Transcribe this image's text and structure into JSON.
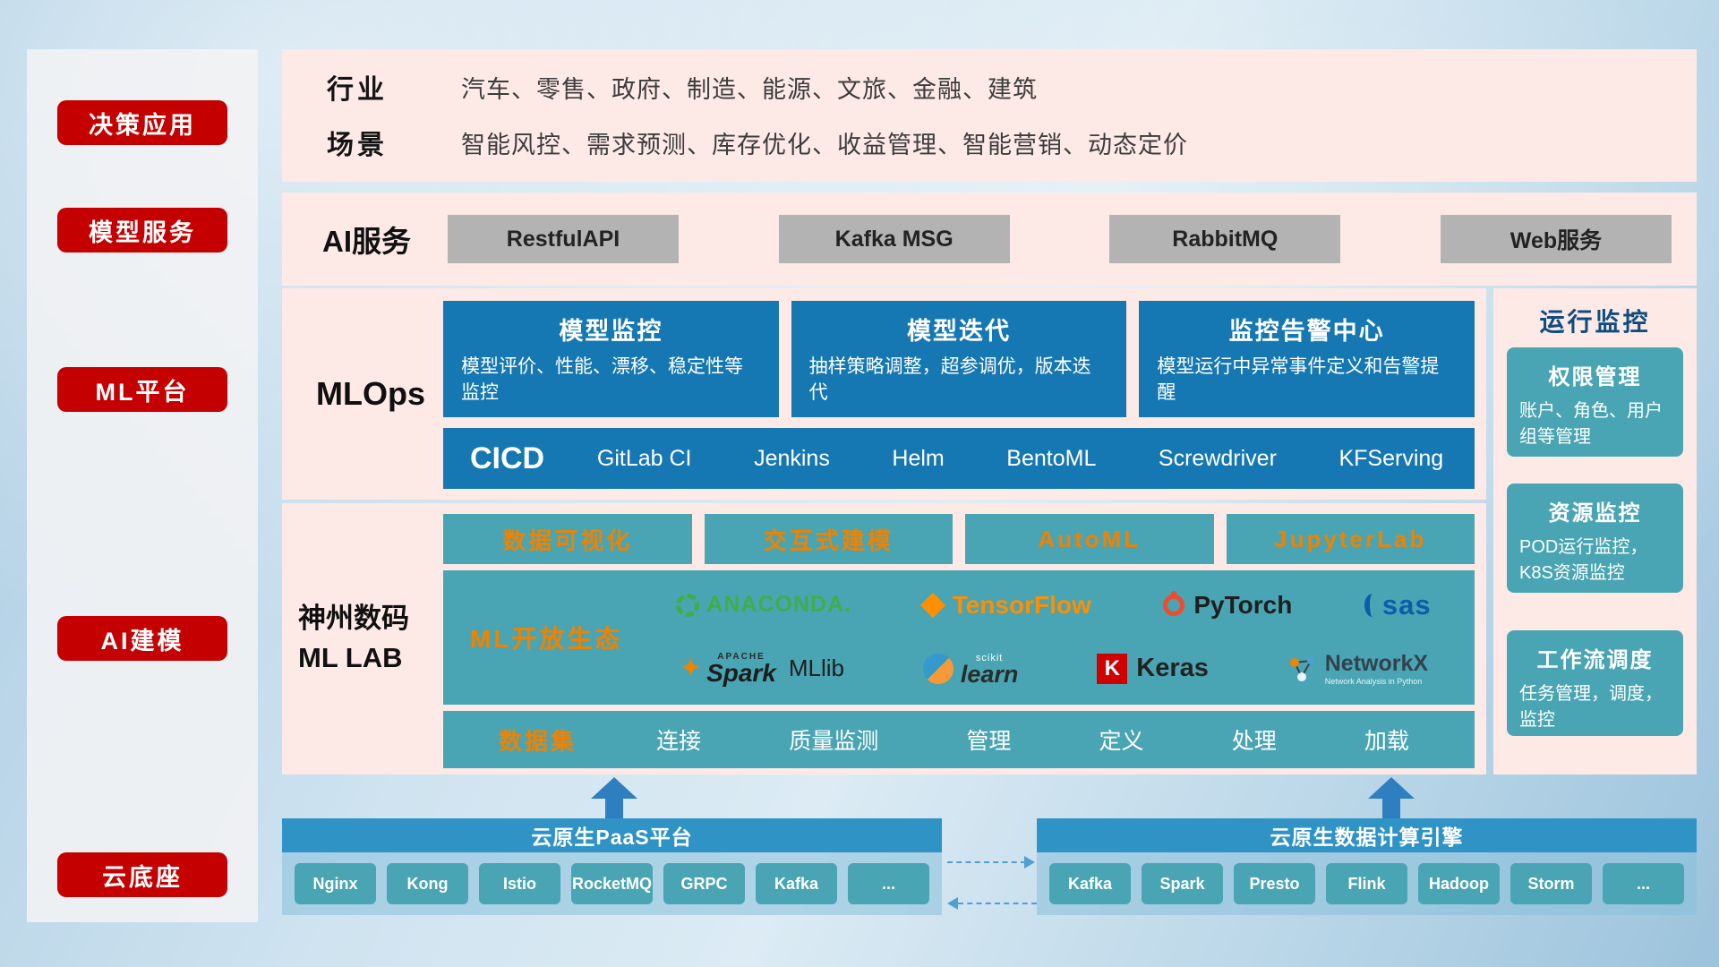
{
  "colors": {
    "accent_red": "#c40000",
    "panel_pink": "#fdeae6",
    "card_blue": "#1678b2",
    "teal": "#49a5b3",
    "accent_orange": "#ef8200",
    "bar_blue": "#2f93c5"
  },
  "sidebar": {
    "items": [
      {
        "label": "决策应用"
      },
      {
        "label": "模型服务"
      },
      {
        "label": "ML平台"
      },
      {
        "label": "AI建模"
      },
      {
        "label": "云底座"
      }
    ]
  },
  "top": {
    "rows": [
      {
        "label": "行业",
        "value": "汽车、零售、政府、制造、能源、文旅、金融、建筑"
      },
      {
        "label": "场景",
        "value": "智能风控、需求预测、库存优化、收益管理、智能营销、动态定价"
      }
    ]
  },
  "ai_service": {
    "label": "AI服务",
    "items": [
      "RestfulAPI",
      "Kafka MSG",
      "RabbitMQ",
      "Web服务"
    ]
  },
  "mlops": {
    "label": "MLOps",
    "cards": [
      {
        "title": "模型监控",
        "desc": "模型评价、性能、漂移、稳定性等监控"
      },
      {
        "title": "模型迭代",
        "desc": "抽样策略调整，超参调优，版本迭代"
      },
      {
        "title": "监控告警中心",
        "desc": "模型运行中异常事件定义和告警提醒"
      }
    ],
    "cicd": {
      "label": "CICD",
      "items": [
        "GitLab CI",
        "Jenkins",
        "Helm",
        "BentoML",
        "Screwdriver",
        "KFServing"
      ]
    }
  },
  "monitor": {
    "title": "运行监控",
    "cards": [
      {
        "title": "权限管理",
        "desc": "账户、角色、用户组等管理"
      },
      {
        "title": "资源监控",
        "desc": "POD运行监控，K8S资源监控"
      },
      {
        "title": "工作流调度",
        "desc": "任务管理，调度，监控"
      }
    ]
  },
  "mllab": {
    "label_line1": "神州数码",
    "label_line2": "ML LAB",
    "tools": [
      "数据可视化",
      "交互式建模",
      "AutoML",
      "JupyterLab"
    ],
    "eco_label": "ML开放生态",
    "logos": {
      "anaconda": "ANACONDA.",
      "tensorflow": "TensorFlow",
      "pytorch": "PyTorch",
      "sas": "sas",
      "spark_star": "✦",
      "spark_small": "APACHE",
      "spark": "Spark",
      "mllib": "MLlib",
      "scikit_small": "scikit",
      "scikit": "learn",
      "keras_k": "K",
      "keras": "Keras",
      "networkx": "NetworkX",
      "networkx_sub": "Network Analysis in Python"
    },
    "dataset": {
      "label": "数据集",
      "items": [
        "连接",
        "质量监测",
        "管理",
        "定义",
        "处理",
        "加载"
      ]
    }
  },
  "platforms": {
    "paas": {
      "title": "云原生PaaS平台",
      "items": [
        "Nginx",
        "Kong",
        "Istio",
        "RocketMQ",
        "GRPC",
        "Kafka",
        "..."
      ]
    },
    "engine": {
      "title": "云原生数据计算引擎",
      "items": [
        "Kafka",
        "Spark",
        "Presto",
        "Flink",
        "Hadoop",
        "Storm",
        "..."
      ]
    }
  }
}
